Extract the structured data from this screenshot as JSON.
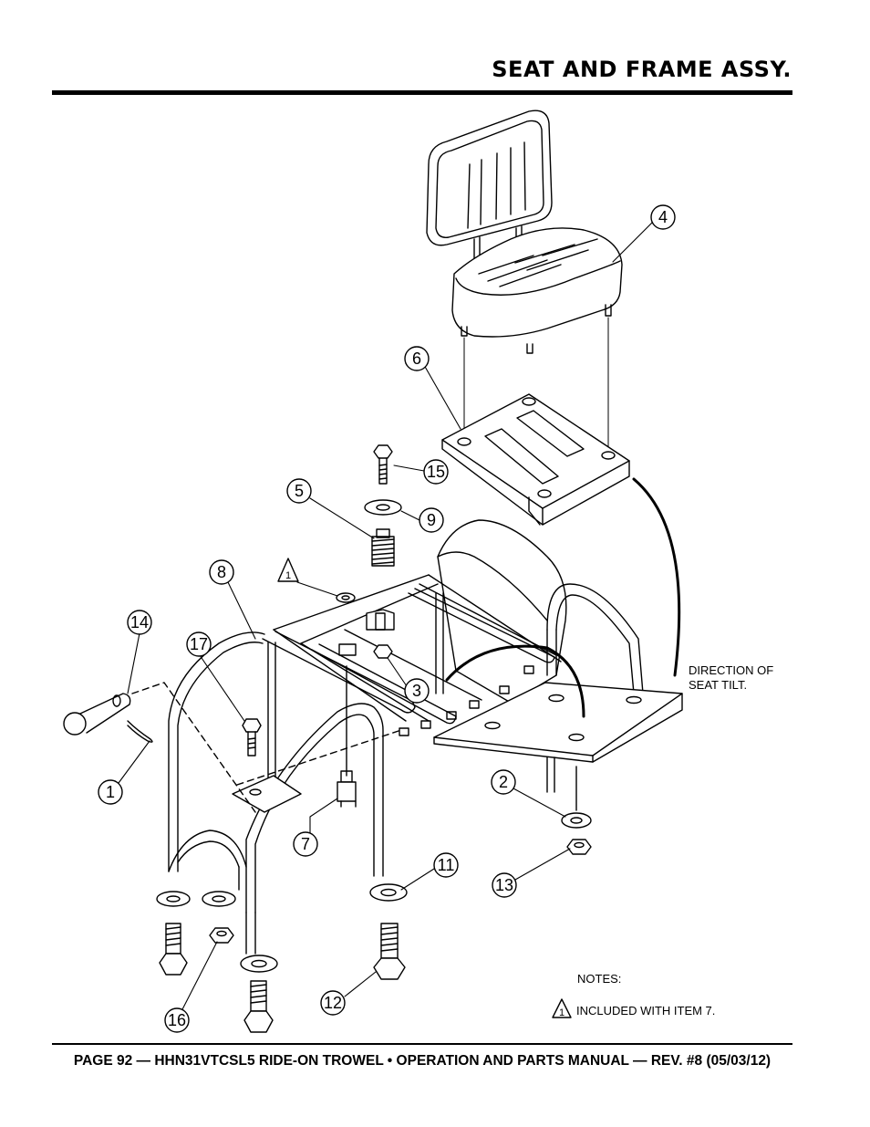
{
  "header": {
    "title": "SEAT AND FRAME ASSY."
  },
  "footer": {
    "text": "PAGE 92 — HHN31VTCSL5 RIDE-ON TROWEL • OPERATION AND PARTS MANUAL — REV. #8 (05/03/12)"
  },
  "callouts": [
    {
      "id": "c1",
      "label": "1"
    },
    {
      "id": "c2",
      "label": "2"
    },
    {
      "id": "c3",
      "label": "3"
    },
    {
      "id": "c4",
      "label": "4"
    },
    {
      "id": "c5",
      "label": "5"
    },
    {
      "id": "c6",
      "label": "6"
    },
    {
      "id": "c7",
      "label": "7"
    },
    {
      "id": "c8",
      "label": "8"
    },
    {
      "id": "c9",
      "label": "9"
    },
    {
      "id": "c11",
      "label": "11"
    },
    {
      "id": "c12",
      "label": "12"
    },
    {
      "id": "c13",
      "label": "13"
    },
    {
      "id": "c14",
      "label": "14"
    },
    {
      "id": "c15",
      "label": "15"
    },
    {
      "id": "c16",
      "label": "16"
    },
    {
      "id": "c17",
      "label": "17"
    }
  ],
  "annotations": {
    "direction_line1": "DIRECTION OF",
    "direction_line2": "SEAT TILT."
  },
  "notes": {
    "heading": "NOTES:",
    "marker": "1",
    "item1": "INCLUDED WITH ITEM 7."
  }
}
